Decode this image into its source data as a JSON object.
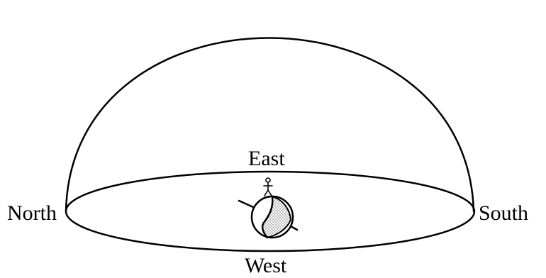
{
  "labels": {
    "north": "North",
    "south": "South",
    "east": "East",
    "west": "West"
  },
  "colors": {
    "stroke": "#000000",
    "background": "#ffffff",
    "earth_land": "#d9d9d9"
  },
  "icons": {
    "observer": "stick-figure-icon",
    "earth": "globe-icon"
  }
}
